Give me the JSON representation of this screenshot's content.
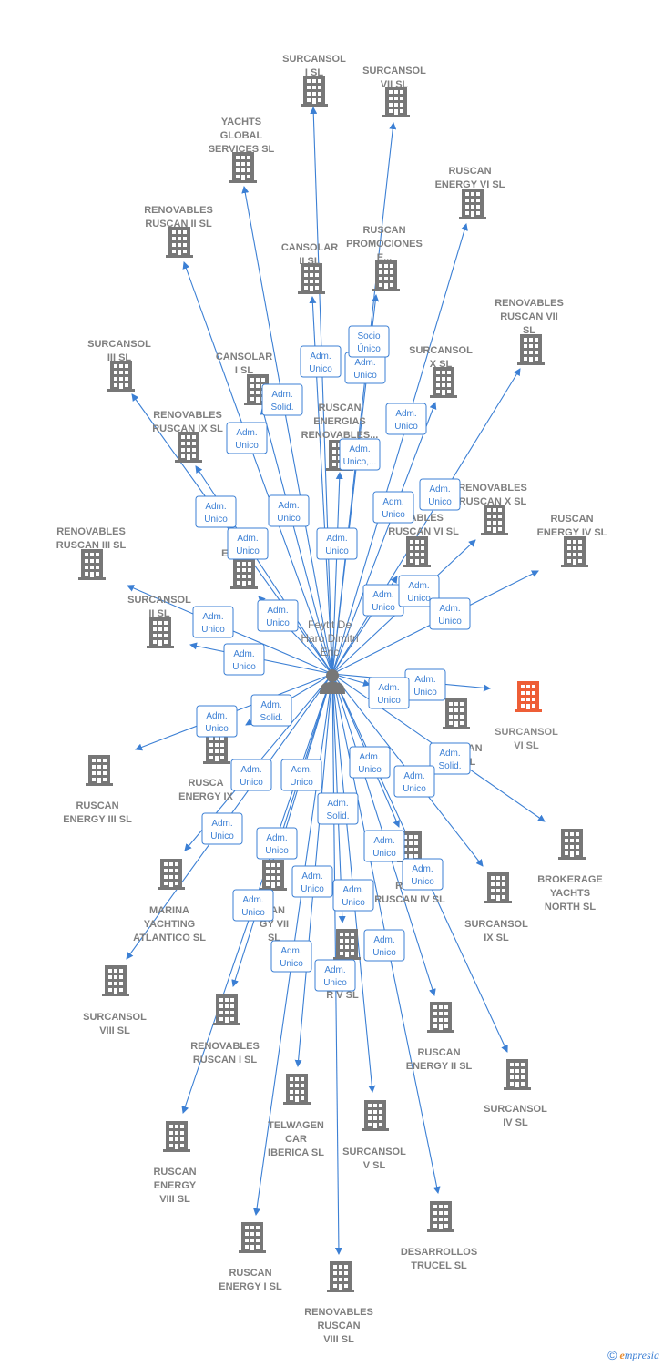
{
  "colors": {
    "edge": "#3b7fd4",
    "node": "#777777",
    "target": "#ee5e36",
    "label": "#7f7f7f"
  },
  "center": {
    "name": "Feytit De Haro Dimitri Eric",
    "lines": [
      "Feytit De",
      "Haro Dimitri",
      "Eric"
    ],
    "icon": "person-icon"
  },
  "companies": [
    {
      "id": "surcansol-i",
      "lines": [
        "SURCANSOL",
        "I  SL"
      ],
      "role": [
        "Adm.",
        "Unico"
      ]
    },
    {
      "id": "surcansol-vii",
      "lines": [
        "SURCANSOL",
        "VII  SL"
      ],
      "role": [
        "Adm.",
        "Unico"
      ]
    },
    {
      "id": "yachts-global",
      "lines": [
        "YACHTS",
        "GLOBAL",
        "SERVICES  SL"
      ],
      "role": [
        "Adm.",
        "Unico"
      ]
    },
    {
      "id": "ruscan-energy-vi",
      "lines": [
        "RUSCAN",
        "ENERGY VI  SL"
      ],
      "role": [
        "Adm.",
        "Unico"
      ]
    },
    {
      "id": "renovables-ruscan-ii",
      "lines": [
        "RENOVABLES",
        "RUSCAN II  SL"
      ],
      "role": [
        "Adm.",
        "Unico"
      ]
    },
    {
      "id": "cansolar-ii",
      "lines": [
        "CANSOLAR",
        "II  SL"
      ],
      "role": [
        "Adm.",
        "Unico"
      ]
    },
    {
      "id": "ruscan-promociones",
      "lines": [
        "RUSCAN",
        "PROMOCIONES",
        "E..."
      ],
      "role": [
        "Socio",
        "Único"
      ]
    },
    {
      "id": "renovables-ruscan-vii",
      "lines": [
        "RENOVABLES",
        "RUSCAN VII",
        "SL"
      ],
      "role": [
        "Adm.",
        "Unico"
      ]
    },
    {
      "id": "surcansol-iii",
      "lines": [
        "SURCANSOL",
        "III  SL"
      ],
      "role": [
        "Adm.",
        "Solid."
      ]
    },
    {
      "id": "cansolar-i",
      "lines": [
        "CANSOLAR",
        "I  SL"
      ],
      "role": [
        "Adm.",
        "Unico"
      ]
    },
    {
      "id": "surcansol-x",
      "lines": [
        "SURCANSOL",
        "X  SL"
      ],
      "role": [
        "Adm.",
        "Unico"
      ]
    },
    {
      "id": "ruscan-energias-renovables",
      "lines": [
        "RUSCAN",
        "ENERGIAS",
        "RENOVABLES..."
      ],
      "role": [
        "Adm.",
        "Unico,..."
      ]
    },
    {
      "id": "renovables-ruscan-ix",
      "lines": [
        "RENOVABLES",
        "RUSCAN IX  SL"
      ],
      "role": [
        "Adm.",
        "Unico"
      ]
    },
    {
      "id": "renovables-ruscan-x",
      "lines": [
        "RENOVABLES",
        "RUSCAN X  SL"
      ],
      "role": [
        "Adm.",
        "Unico"
      ]
    },
    {
      "id": "renovables-ruscan-iii",
      "lines": [
        "RENOVABLES",
        "RUSCAN III  SL"
      ],
      "role": [
        "Adm.",
        "Unico"
      ]
    },
    {
      "id": "ruscan-energy-v",
      "lines": [
        "R",
        "ENE          SL"
      ],
      "role": [
        "Adm.",
        "Unico"
      ]
    },
    {
      "id": "renovables-ruscan-vi",
      "lines": [
        "VABLES",
        "RUSCAN VI  SL"
      ],
      "role": [
        "Adm.",
        "Unico"
      ]
    },
    {
      "id": "ruscan-energy-iv",
      "lines": [
        "RUSCAN",
        "ENERGY IV  SL"
      ],
      "role": [
        "Adm.",
        "Unico"
      ]
    },
    {
      "id": "surcansol-ii",
      "lines": [
        "SURCANSOL",
        "II  SL"
      ],
      "role": [
        "Adm.",
        "Unico"
      ]
    },
    {
      "id": "surcansol-vi",
      "lines": [
        "SURCANSOL",
        "VI  SL"
      ],
      "role": [
        "Adm.",
        "Unico"
      ],
      "target": true
    },
    {
      "id": "ruscan-energy-x",
      "lines": [
        "RUSCAN",
        "EN          SL"
      ],
      "role": [
        "Adm.",
        "Unico"
      ]
    },
    {
      "id": "ruscan-energy-iii",
      "lines": [
        "RUSCAN",
        "ENERGY III  SL"
      ],
      "role": [
        "Adm.",
        "Unico"
      ]
    },
    {
      "id": "ruscan-energy-ix",
      "lines": [
        "RUSCA",
        "ENERGY IX"
      ],
      "role": [
        "Adm.",
        "Solid."
      ]
    },
    {
      "id": "brokerage-yachts",
      "lines": [
        "BROKERAGE",
        "YACHTS",
        "NORTH  SL"
      ],
      "role": [
        "Adm.",
        "Solid."
      ]
    },
    {
      "id": "marina-yachting",
      "lines": [
        "MARINA",
        "YACHTING",
        "ATLANTICO  SL"
      ],
      "role": [
        "Adm.",
        "Unico"
      ]
    },
    {
      "id": "ruscan-energy-vii",
      "lines": [
        "CAN",
        "GY VII",
        "SL"
      ],
      "role": [
        "Adm.",
        "Unico"
      ]
    },
    {
      "id": "renovables-ruscan-iv",
      "lines": [
        "RENO",
        "RUSCAN IV  SL"
      ],
      "role": [
        "Adm.",
        "Unico"
      ]
    },
    {
      "id": "surcansol-ix",
      "lines": [
        "SURCANSOL",
        "IX  SL"
      ],
      "role": [
        "Adm.",
        "Unico"
      ]
    },
    {
      "id": "surcansol-viii",
      "lines": [
        "SURCANSOL",
        "VIII  SL"
      ],
      "role": [
        "Adm.",
        "Unico"
      ]
    },
    {
      "id": "renovables-ruscan-v",
      "lines": [
        "BLES",
        "R          V  SL"
      ],
      "role": [
        "Adm.",
        "Solid."
      ]
    },
    {
      "id": "renovables-ruscan-i",
      "lines": [
        "RENOVABLES",
        "RUSCAN I  SL"
      ],
      "role": [
        "Adm.",
        "Unico"
      ]
    },
    {
      "id": "ruscan-energy-ii",
      "lines": [
        "RUSCAN",
        "ENERGY II  SL"
      ],
      "role": [
        "Adm.",
        "Unico"
      ]
    },
    {
      "id": "surcansol-iv",
      "lines": [
        "SURCANSOL",
        "IV  SL"
      ],
      "role": [
        "Adm.",
        "Unico"
      ]
    },
    {
      "id": "telwagen",
      "lines": [
        "TELWAGEN",
        "CAR",
        "IBERICA  SL"
      ],
      "role": [
        "Adm.",
        "Unico"
      ]
    },
    {
      "id": "surcansol-v",
      "lines": [
        "SURCANSOL",
        "V  SL"
      ],
      "role": [
        "Adm.",
        "Unico"
      ]
    },
    {
      "id": "ruscan-energy-viii",
      "lines": [
        "RUSCAN",
        "ENERGY",
        "VIII  SL"
      ],
      "role": [
        "Adm.",
        "Unico"
      ]
    },
    {
      "id": "ruscan-energy-i",
      "lines": [
        "RUSCAN",
        "ENERGY I  SL"
      ],
      "role": [
        "Adm.",
        "Unico"
      ]
    },
    {
      "id": "desarrollos-trucel",
      "lines": [
        "DESARROLLOS",
        "TRUCEL  SL"
      ],
      "role": [
        "Adm.",
        "Unico"
      ]
    },
    {
      "id": "renovables-ruscan-viii",
      "lines": [
        "RENOVABLES",
        "RUSCAN",
        "VIII  SL"
      ],
      "role": [
        "Adm.",
        "Unico"
      ]
    }
  ],
  "footer": {
    "copyright": "©",
    "brand_initial": "e",
    "brand_rest": "mpresia"
  }
}
